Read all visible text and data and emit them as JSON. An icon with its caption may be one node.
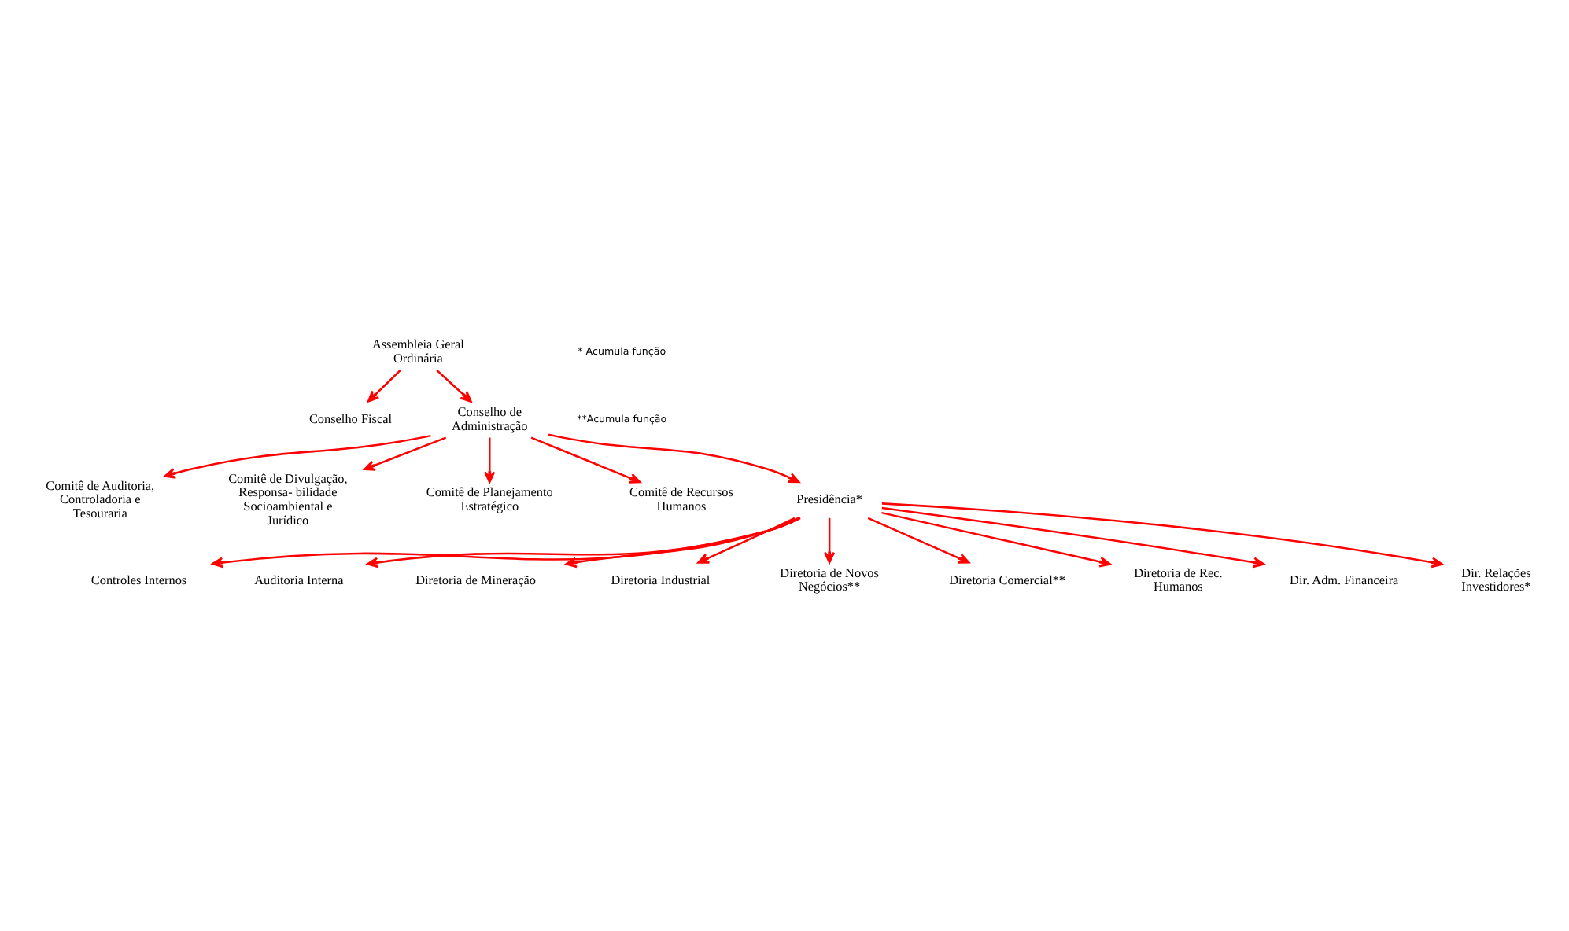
{
  "diagram": {
    "nodes": [
      {
        "text": [
          "Assembleia Geral Ordinária"
        ]
      },
      {
        "text": [
          "Conselho Fiscal"
        ]
      },
      {
        "text": [
          "Conselho de Administração"
        ]
      },
      {
        "text": [
          "Comitê de Auditoria, Controladoria e Tesouraria"
        ]
      },
      {
        "text": [
          "Comitê de Divulgação, Responsa- bilidade Socioambiental e Jurídico"
        ]
      },
      {
        "text": [
          "Comitê de Planejamento Estratégico"
        ]
      },
      {
        "text": [
          "Comitê de Recursos Humanos"
        ]
      },
      {
        "text": [
          "Presidência*"
        ]
      },
      {
        "text": [
          "Controles Internos"
        ]
      },
      {
        "text": [
          "Auditoria Interna"
        ]
      },
      {
        "text": [
          "Diretoria de Mineração"
        ]
      },
      {
        "text": [
          "Diretoria Industrial"
        ]
      },
      {
        "text": [
          "Diretoria de Novos Negócios**"
        ]
      },
      {
        "text": [
          "Diretoria Comercial**"
        ]
      },
      {
        "text": [
          "Diretoria de Rec. Humanos"
        ]
      },
      {
        "text": [
          "Dir. Adm. Financeira"
        ]
      },
      {
        "text": [
          "Dir. Relações Investidores*"
        ]
      }
    ],
    "edges": [
      {
        "from": 0,
        "to": 1,
        "arrow": "to"
      },
      {
        "from": 0,
        "to": 2,
        "arrow": "to"
      },
      {
        "from": 2,
        "to": 3,
        "arrow": "to"
      },
      {
        "from": 2,
        "to": 4,
        "arrow": "to"
      },
      {
        "from": 2,
        "to": 5,
        "arrow": "to"
      },
      {
        "from": 2,
        "to": 6,
        "arrow": "to"
      },
      {
        "from": 2,
        "to": 7,
        "arrow": "to"
      },
      {
        "from": 7,
        "to": 8,
        "arrow": "to"
      },
      {
        "from": 7,
        "to": 9,
        "arrow": "to"
      },
      {
        "from": 7,
        "to": 10,
        "arrow": "to"
      },
      {
        "from": 7,
        "to": 11,
        "arrow": "to"
      },
      {
        "from": 7,
        "to": 12,
        "arrow": "to"
      },
      {
        "from": 7,
        "to": 13,
        "arrow": "to"
      },
      {
        "from": 7,
        "to": 14,
        "arrow": "to"
      },
      {
        "from": 7,
        "to": 15,
        "arrow": "to"
      },
      {
        "from": 7,
        "to": 16,
        "arrow": "to"
      }
    ],
    "labels": [
      "* Acumula função",
      "**Acumula função"
    ]
  }
}
